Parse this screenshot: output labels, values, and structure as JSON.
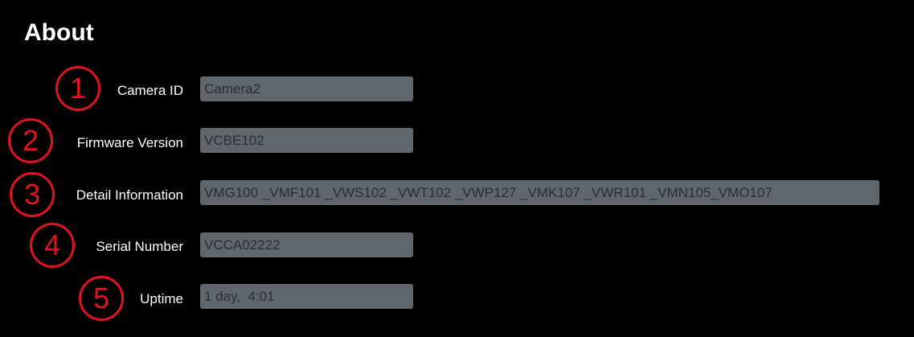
{
  "page": {
    "title": "About"
  },
  "fields": [
    {
      "label": "Camera ID",
      "value": "Camera2",
      "marker": "1"
    },
    {
      "label": "Firmware Version",
      "value": "VCBE102",
      "marker": "2"
    },
    {
      "label": "Detail Information",
      "value": "VMG100 _VMF101 _VWS102 _VWT102 _VWP127 _VMK107 _VWR101 _VMN105_VMO107",
      "marker": "3"
    },
    {
      "label": "Serial Number",
      "value": "VCCA02222",
      "marker": "4"
    },
    {
      "label": "Uptime",
      "value": "1 day,  4:01",
      "marker": "5"
    }
  ],
  "colors": {
    "background": "#000000",
    "field_bg": "#61666c",
    "field_text": "#2a2d31",
    "annotation": "#e0141e"
  }
}
